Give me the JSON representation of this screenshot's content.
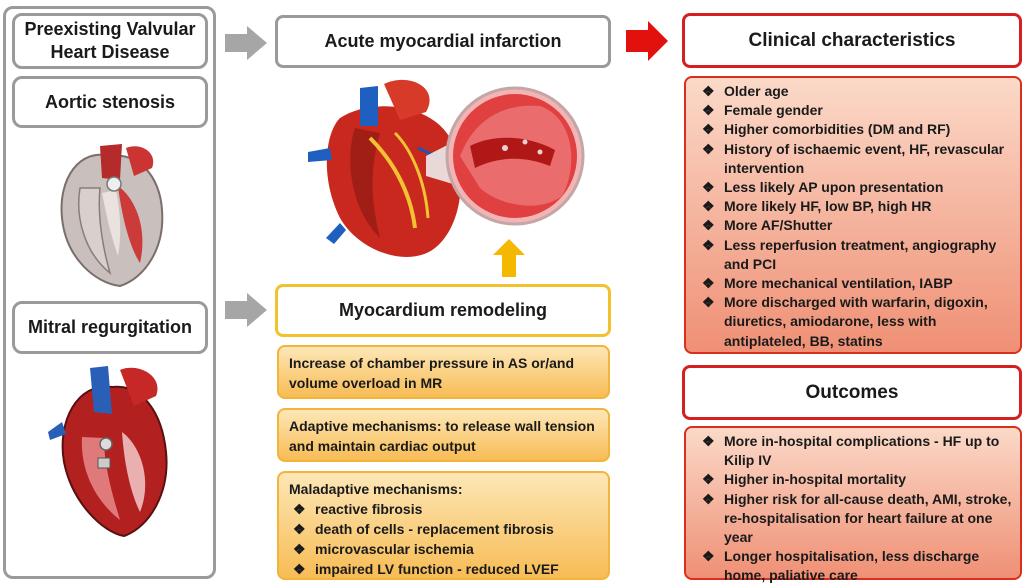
{
  "left": {
    "preexisting": "Preexisting Valvular Heart Disease",
    "aortic_stenosis": "Aortic stenosis",
    "mitral_regurgitation": "Mitral regurgitation"
  },
  "middle": {
    "ami_title": "Acute myocardial infarction",
    "remodeling_title": "Myocardium remodeling",
    "box1": "Increase of chamber pressure in AS or/and volume overload in MR",
    "box2": "Adaptive mechanisms: to release wall tension and maintain cardiac output",
    "box3_title": "Maladaptive mechanisms:",
    "box3_items": [
      "reactive fibrosis",
      "death of cells - replacement fibrosis",
      "microvascular ischemia",
      "impaired LV function - reduced LVEF"
    ]
  },
  "right": {
    "clinical_title": "Clinical characteristics",
    "clinical_items": [
      "Older age",
      "Female gender",
      "Higher comorbidities (DM and RF)",
      "History of ischaemic event, HF, revascular intervention",
      "Less likely AP upon presentation",
      "More likely HF, low BP, high HR",
      "More AF/Shutter",
      "Less reperfusion treatment, angiography and PCI",
      "More mechanical ventilation, IABP",
      "More discharged with warfarin, digoxin, diuretics, amiodarone, less with antiplateled, BB, statins"
    ],
    "outcomes_title": "Outcomes",
    "outcomes_items": [
      "More in-hospital complications - HF up to Kilip IV",
      "Higher in-hospital mortality",
      "Higher risk for all-cause death, AMI, stroke, re-hospitalisation for heart failure at one year",
      "Longer hospitalisation, less discharge home, paliative care"
    ]
  },
  "bullet_glyph": "❖",
  "colors": {
    "gray_border": "#9a9a9a",
    "yellow_border": "#f2c12e",
    "red_border": "#d42020",
    "orange_fill": "#f7bc55",
    "red_fill": "#ef9075",
    "arrow_red": "#e3110e",
    "arrow_yellow": "#f5b800",
    "arrow_gray": "#a6a6a6"
  }
}
